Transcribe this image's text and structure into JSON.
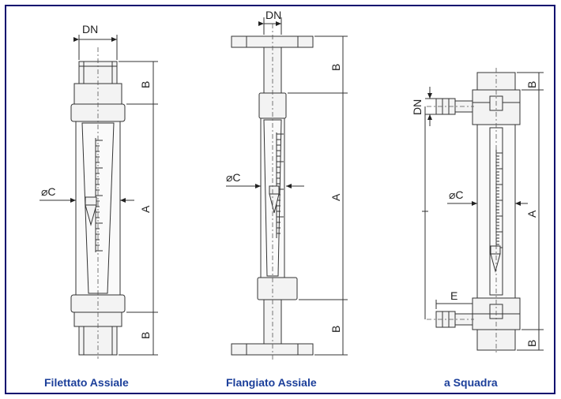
{
  "labels": {
    "dn": "DN",
    "b": "B",
    "a": "A",
    "c": "⌀C",
    "e": "E"
  },
  "captions": {
    "threaded_axial": "Filettato Assiale",
    "flanged_axial": "Flangiato Assiale",
    "square": "a Squadra"
  },
  "colors": {
    "frame": "#0a0a6e",
    "caption": "#1c3f9a"
  }
}
